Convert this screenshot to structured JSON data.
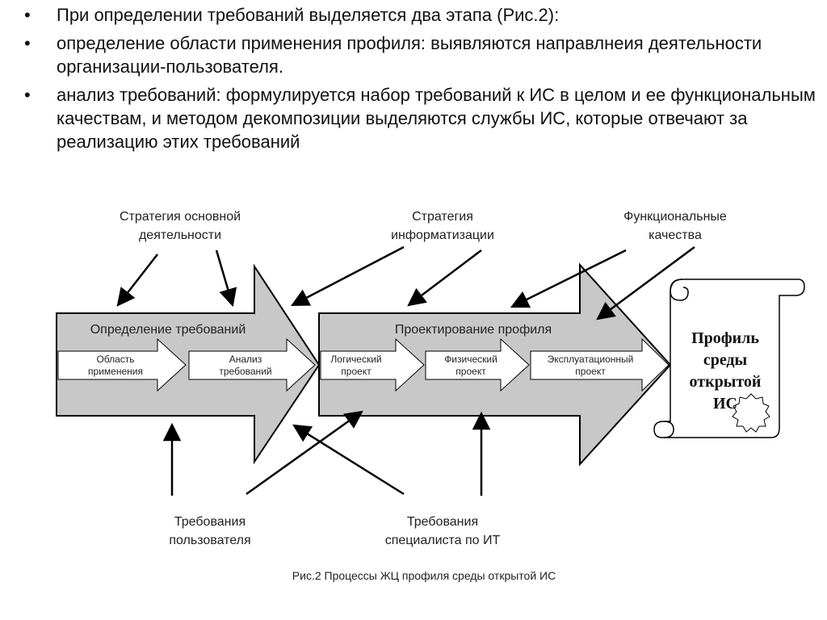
{
  "bullets": [
    {
      "marker": "•",
      "text": "При определении требований выделяется два этапа (Рис.2):"
    },
    {
      "marker": "•",
      "text": "определение области применения профиля: выявляются направлнеия деятельности организации-пользователя."
    },
    {
      "marker": "•",
      "text": "анализ требований: формулируется набор требований к ИС в целом и ее функциональным качествам, и методом декомпозиции выделяются службы ИС, которые отвечают за реализацию этих требований"
    }
  ],
  "diagram": {
    "stage1": {
      "title": "Определение требований",
      "steps": [
        {
          "line1": "Область",
          "line2": "применения"
        },
        {
          "line1": "Анализ",
          "line2": "требований"
        }
      ]
    },
    "stage2": {
      "title": "Проектирование профиля",
      "steps": [
        {
          "line1": "Логический",
          "line2": "проект"
        },
        {
          "line1": "Физический",
          "line2": "проект"
        },
        {
          "line1": "Эксплуатационный",
          "line2": "проект"
        }
      ]
    },
    "inputs_top": [
      {
        "line1": "Стратегия основной",
        "line2": "деятельности"
      },
      {
        "line1": "Стратегия",
        "line2": "информатизации"
      },
      {
        "line1": "Функциональные",
        "line2": "качества"
      }
    ],
    "inputs_bottom": [
      {
        "line1": "Требования",
        "line2": "пользователя"
      },
      {
        "line1": "Требования",
        "line2": "специалиста по ИТ"
      }
    ],
    "scroll": {
      "line1": "Профиль",
      "line2": "среды",
      "line3": "открытой",
      "line4": "ИС"
    },
    "caption": "Рис.2  Процессы ЖЦ профиля среды открытой ИС"
  },
  "colors": {
    "arrow_fill": "#c8c8c8",
    "stroke": "#000000",
    "step_fill": "#ffffff",
    "seal": "#ffffff"
  }
}
